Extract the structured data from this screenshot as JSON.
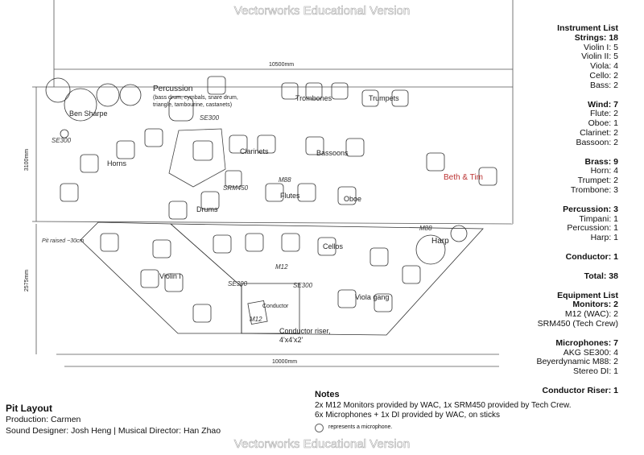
{
  "watermark": "Vectorworks Educational Version",
  "dimensions": {
    "top_width": "10500mm",
    "bottom_width": "10000mm",
    "left_height_upper": "3100mm",
    "left_height_lower": "2575mm"
  },
  "labels": {
    "percussion": "Percussion",
    "percussion_detail_1": "(bass drum, cymbals, snare drum,",
    "percussion_detail_2": "triangle, tambourine, castanets)",
    "ben_sharpe": "Ben Sharpe",
    "horns": "Horns",
    "trombones": "Trombones",
    "trumpets": "Trumpets",
    "clarinets": "Clarinets",
    "bassoons": "Bassoons",
    "flutes": "Flutes",
    "oboes": "Oboe",
    "drums": "Drums",
    "beth_tim": "Beth & Tim",
    "harp": "Harp",
    "cellos": "Cellos",
    "violin": "Violin I",
    "viola_gang": "Viola gang",
    "conductor": "Conductor",
    "conductor_riser": "Conductor riser,",
    "conductor_riser_size": "4'x4'x2'",
    "pit_raised": "Pit raised ~30cm"
  },
  "mics": {
    "se300": "SE300",
    "m88": "M88",
    "m12": "M12",
    "srm450": "SRM450"
  },
  "instrument_list": {
    "title": "Instrument List",
    "groups": [
      {
        "head": "Strings: 18",
        "items": [
          "Violin I: 5",
          "Violin II: 5",
          "Viola: 4",
          "Cello: 2",
          "Bass: 2"
        ]
      },
      {
        "head": "Wind: 7",
        "items": [
          "Flute: 2",
          "Oboe: 1",
          "Clarinet: 2",
          "Bassoon: 2"
        ]
      },
      {
        "head": "Brass: 9",
        "items": [
          "Horn: 4",
          "Trumpet: 2",
          "Trombone: 3"
        ]
      },
      {
        "head": "Percussion: 3",
        "items": [
          "Timpani: 1",
          "Percussion: 1",
          "Harp: 1"
        ]
      },
      {
        "head": "Conductor: 1",
        "items": []
      },
      {
        "head": "Total: 38",
        "items": []
      }
    ]
  },
  "equipment_list": {
    "title": "Equipment List",
    "groups": [
      {
        "head": "Monitors: 2",
        "items": [
          "M12 (WAC): 2",
          "SRM450 (Tech Crew)"
        ]
      },
      {
        "head": "Microphones: 7",
        "items": [
          "AKG SE300: 4",
          "Beyerdynamic M88: 2",
          "Stereo DI: 1"
        ]
      },
      {
        "head": "Conductor Riser: 1",
        "items": []
      }
    ]
  },
  "title_block": {
    "title": "Pit Layout",
    "production": "Production: Carmen",
    "credits": "Sound Designer: Josh Heng | Musical Director: Han Zhao"
  },
  "notes": {
    "title": "Notes",
    "line1": "2x M12 Monitors provided by WAC, 1x SRM450 provided by Tech Crew.",
    "line2": "6x Microphones + 1x DI provided by WAC, on sticks",
    "legend": "represents a microphone."
  }
}
